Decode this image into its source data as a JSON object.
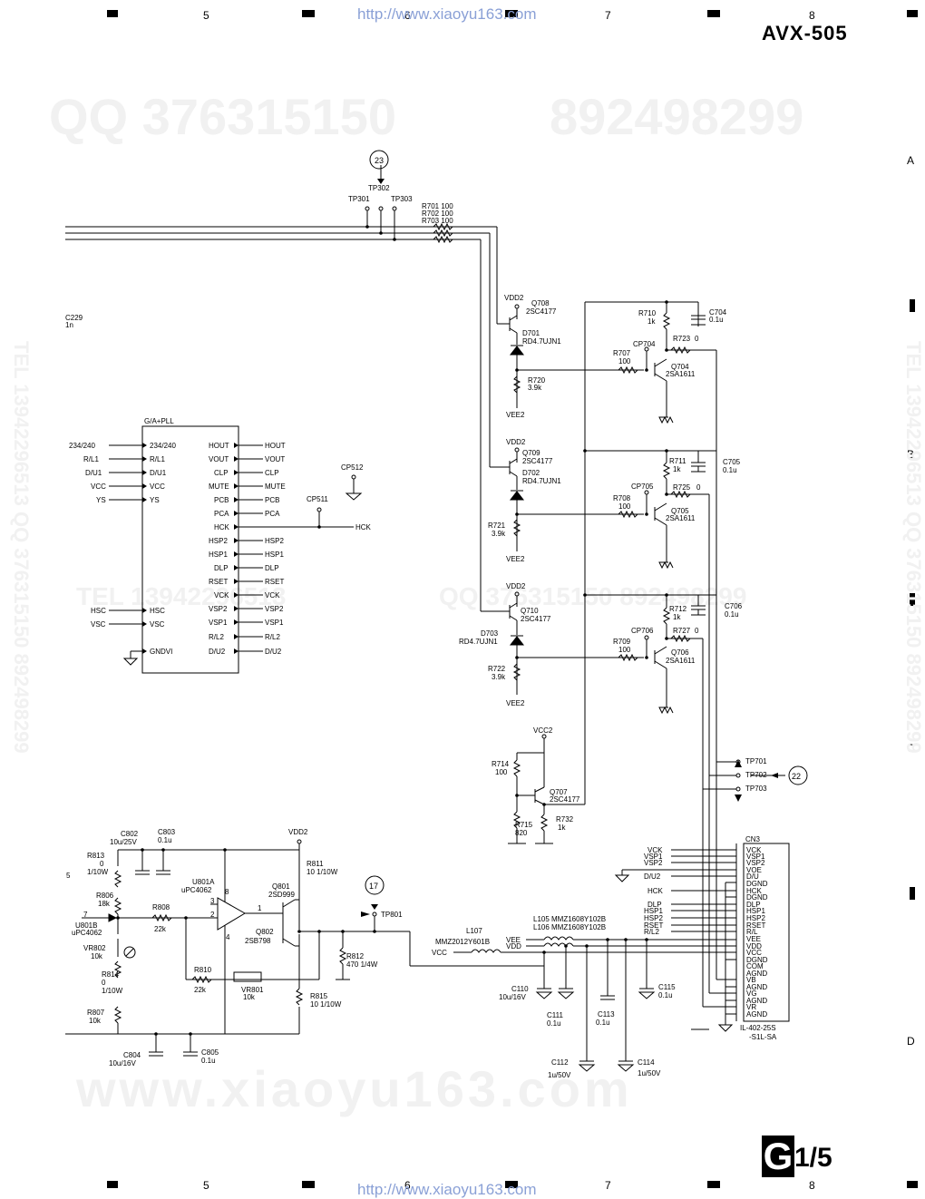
{
  "header": {
    "model": "AVX-505",
    "url": "http://www.xiaoyu163.com",
    "columns": [
      "5",
      "6",
      "7",
      "8"
    ],
    "rows": [
      "A",
      "B",
      "C",
      "D"
    ]
  },
  "watermarks": {
    "qq_top": "QQ 376315150",
    "qq_top2": "892498299",
    "side": "TEL 13942296513 QQ 376315150 892498299",
    "mid": "TEL 13942296513",
    "mid2": "QQ 376315150 892498299",
    "bottom": "www.xiaoyu163.com"
  },
  "sheet": {
    "letter": "G",
    "page": "1/5"
  },
  "schematic": {
    "markers": {
      "m23": "23",
      "m22": "22",
      "m17": "17"
    },
    "tp": {
      "tp302": "TP302",
      "tp301": "TP301",
      "tp303": "TP303",
      "tp701": "TP701",
      "tp702": "TP702",
      "tp703": "TP703",
      "tp801": "TP801",
      "cp512": "CP512",
      "cp511": "CP511",
      "cp704": "CP704",
      "cp705": "CP705",
      "cp706": "CP706"
    },
    "res_top": [
      "R701 100",
      "R702 100",
      "R703 100"
    ],
    "c229": [
      "C229",
      "1n"
    ],
    "ic": {
      "title": "G/A+PLL",
      "left_pins": [
        "234/240",
        "R/L1",
        "D/U1",
        "VCC",
        "YS",
        "HSC",
        "VSC",
        "GNDVI"
      ],
      "left_ext": [
        "234/240",
        "R/L1",
        "D/U1",
        "VCC",
        "YS",
        "HSC",
        "VSC"
      ],
      "right_pins": [
        "HOUT",
        "VOUT",
        "CLP",
        "MUTE",
        "PCB",
        "PCA",
        "HCK",
        "HSP2",
        "HSP1",
        "DLP",
        "RSET",
        "VCK",
        "VSP2",
        "VSP1",
        "R/L2",
        "D/U2"
      ],
      "right_ext": [
        "HOUT",
        "VOUT",
        "CLP",
        "MUTE",
        "PCB",
        "PCA",
        "HCK",
        "HSP2",
        "HSP1",
        "DLP",
        "RSET",
        "VCK",
        "VSP2",
        "VSP1",
        "R/L2",
        "D/U2"
      ]
    },
    "stage1": {
      "vdd": "VDD2",
      "q": "Q708",
      "qt": "2SC4177",
      "d": "D701",
      "dt": "RD4.7UJN1",
      "r": "R720",
      "rv": "3.9k",
      "vee": "VEE2",
      "r2": "R710",
      "r2v": "1k",
      "c": "C704",
      "cv": "0.1u",
      "r3": "R723",
      "r3v": "0",
      "r4": "R707",
      "r4v": "100",
      "q2": "Q704",
      "q2t": "2SA1611"
    },
    "stage2": {
      "vdd": "VDD2",
      "q": "Q709",
      "qt": "2SC4177",
      "d": "D702",
      "dt": "RD4.7UJN1",
      "r": "R721",
      "rv": "3.9k",
      "vee": "VEE2",
      "r2": "R711",
      "r2v": "1k",
      "c": "C705",
      "cv": "0.1u",
      "r3": "R725",
      "r3v": "0",
      "r4": "R708",
      "r4v": "100",
      "q2": "Q705",
      "q2t": "2SA1611"
    },
    "stage3": {
      "vdd": "VDD2",
      "q": "Q710",
      "qt": "2SC4177",
      "d": "D703",
      "dt": "RD4.7UJN1",
      "r": "R722",
      "rv": "3.9k",
      "vee": "VEE2",
      "r2": "R712",
      "r2v": "1k",
      "c": "C706",
      "cv": "0.1u",
      "r3": "R727",
      "r3v": "0",
      "r4": "R709",
      "r4v": "100",
      "q2": "Q706",
      "q2t": "2SA1611"
    },
    "q707": {
      "vcc": "VCC2",
      "r1": "R714",
      "r1v": "100",
      "q": "Q707",
      "qt": "2SC4177",
      "r2": "R715",
      "r2v": "820",
      "r3": "R732",
      "r3v": "1k"
    },
    "amp": {
      "c802": "C802",
      "c802v": "10u/25V",
      "c803": "C803",
      "c803v": "0.1u",
      "vdd": "VDD2",
      "r813": "R813",
      "r813v": "0",
      "r813w": "1/10W",
      "r806": "R806",
      "r806v": "18k",
      "r808": "R808",
      "r808v": "22k",
      "u801a": "U801A",
      "u801at": "uPC4062",
      "u801b": "U801B",
      "u801bt": "uPC4062",
      "vr802": "VR802",
      "vr802v": "10k",
      "r814": "R814",
      "r814v": "0",
      "r814w": "1/10W",
      "r807": "R807",
      "r807v": "10k",
      "r810": "R810",
      "r810v": "22k",
      "vr801": "VR801",
      "vr801v": "10k",
      "r811": "R811",
      "r811v": "10 1/10W",
      "q801": "Q801",
      "q801t": "2SD999",
      "q802": "Q802",
      "q802t": "2SB798",
      "r812": "R812",
      "r812v": "470 1/4W",
      "r815": "R815",
      "r815v": "10 1/10W",
      "c804": "C804",
      "c804v": "10u/16V",
      "c805": "C805",
      "c805v": "0.1u",
      "pin8": "8",
      "pin3": "3",
      "pin2": "2",
      "pin1": "1",
      "pin4": "4",
      "pin7": "7",
      "in5": "5"
    },
    "power": {
      "l107": "L107",
      "l107t": "MMZ2012Y601B",
      "l105": "L105 MMZ1608Y102B",
      "l106": "L106 MMZ1608Y102B",
      "vee": "VEE",
      "vdd": "VDD",
      "vcc": "VCC",
      "c110": "C110",
      "c110v": "10u/16V",
      "c111": "C111",
      "c111v": "0.1u",
      "c113": "C113",
      "c113v": "0.1u",
      "c115": "C115",
      "c115v": "0.1u",
      "c112": "C112",
      "c112v": "1u/50V",
      "c114": "C114",
      "c114v": "1u/50V"
    },
    "cn3": {
      "title": "CN3",
      "pins": [
        "VCK",
        "VSP1",
        "VSP2",
        "VOE",
        "D/U",
        "DGND",
        "HCK",
        "DGND",
        "DLP",
        "HSP1",
        "HSP2",
        "RSET",
        "R/L",
        "VEE",
        "VDD",
        "VCC",
        "DGND",
        "COM",
        "AGND",
        "VB",
        "AGND",
        "VG",
        "AGND",
        "VR",
        "AGND"
      ],
      "ext": [
        "VCK",
        "VSP1",
        "VSP2",
        "D/U2",
        "HCK",
        "DLP",
        "HSP1",
        "HSP2",
        "RSET",
        "R/L2"
      ],
      "part": "IL-402-25S",
      "part2": "-S1L-SA"
    }
  }
}
